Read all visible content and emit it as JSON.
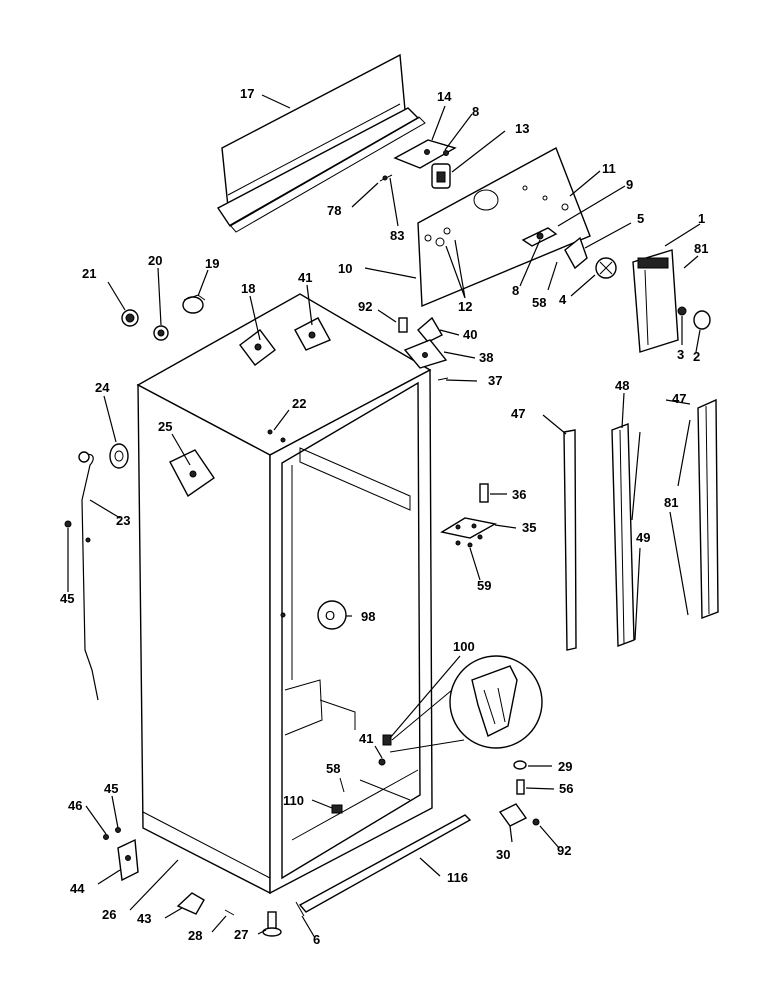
{
  "diagram": {
    "labels": [
      {
        "id": "l17",
        "text": "17"
      },
      {
        "id": "l14",
        "text": "14"
      },
      {
        "id": "l8a",
        "text": "8"
      },
      {
        "id": "l13",
        "text": "13"
      },
      {
        "id": "l11",
        "text": "11"
      },
      {
        "id": "l9",
        "text": "9"
      },
      {
        "id": "l5",
        "text": "5"
      },
      {
        "id": "l1",
        "text": "1"
      },
      {
        "id": "l81a",
        "text": "81"
      },
      {
        "id": "l78",
        "text": "78"
      },
      {
        "id": "l83",
        "text": "83"
      },
      {
        "id": "l10",
        "text": "10"
      },
      {
        "id": "l8b",
        "text": "8"
      },
      {
        "id": "l58a",
        "text": "58"
      },
      {
        "id": "l4",
        "text": "4"
      },
      {
        "id": "l12",
        "text": "12"
      },
      {
        "id": "l3",
        "text": "3"
      },
      {
        "id": "l2",
        "text": "2"
      },
      {
        "id": "l21",
        "text": "21"
      },
      {
        "id": "l20",
        "text": "20"
      },
      {
        "id": "l19",
        "text": "19"
      },
      {
        "id": "l18",
        "text": "18"
      },
      {
        "id": "l41a",
        "text": "41"
      },
      {
        "id": "l92a",
        "text": "92"
      },
      {
        "id": "l40",
        "text": "40"
      },
      {
        "id": "l38",
        "text": "38"
      },
      {
        "id": "l37",
        "text": "37"
      },
      {
        "id": "l24",
        "text": "24"
      },
      {
        "id": "l22",
        "text": "22"
      },
      {
        "id": "l48",
        "text": "48"
      },
      {
        "id": "l47a",
        "text": "47"
      },
      {
        "id": "l47b",
        "text": "47"
      },
      {
        "id": "l25",
        "text": "25"
      },
      {
        "id": "l23",
        "text": "23"
      },
      {
        "id": "l36",
        "text": "36"
      },
      {
        "id": "l81b",
        "text": "81"
      },
      {
        "id": "l35",
        "text": "35"
      },
      {
        "id": "l49",
        "text": "49"
      },
      {
        "id": "l59",
        "text": "59"
      },
      {
        "id": "l45a",
        "text": "45"
      },
      {
        "id": "l98",
        "text": "98"
      },
      {
        "id": "l100",
        "text": "100"
      },
      {
        "id": "l41b",
        "text": "41"
      },
      {
        "id": "l29",
        "text": "29"
      },
      {
        "id": "l58b",
        "text": "58"
      },
      {
        "id": "l56",
        "text": "56"
      },
      {
        "id": "l45b",
        "text": "45"
      },
      {
        "id": "l110",
        "text": "110"
      },
      {
        "id": "l46",
        "text": "46"
      },
      {
        "id": "l30",
        "text": "30"
      },
      {
        "id": "l92b",
        "text": "92"
      },
      {
        "id": "l116",
        "text": "116"
      },
      {
        "id": "l44",
        "text": "44"
      },
      {
        "id": "l26",
        "text": "26"
      },
      {
        "id": "l43",
        "text": "43"
      },
      {
        "id": "l28",
        "text": "28"
      },
      {
        "id": "l27",
        "text": "27"
      },
      {
        "id": "l6",
        "text": "6"
      }
    ]
  }
}
